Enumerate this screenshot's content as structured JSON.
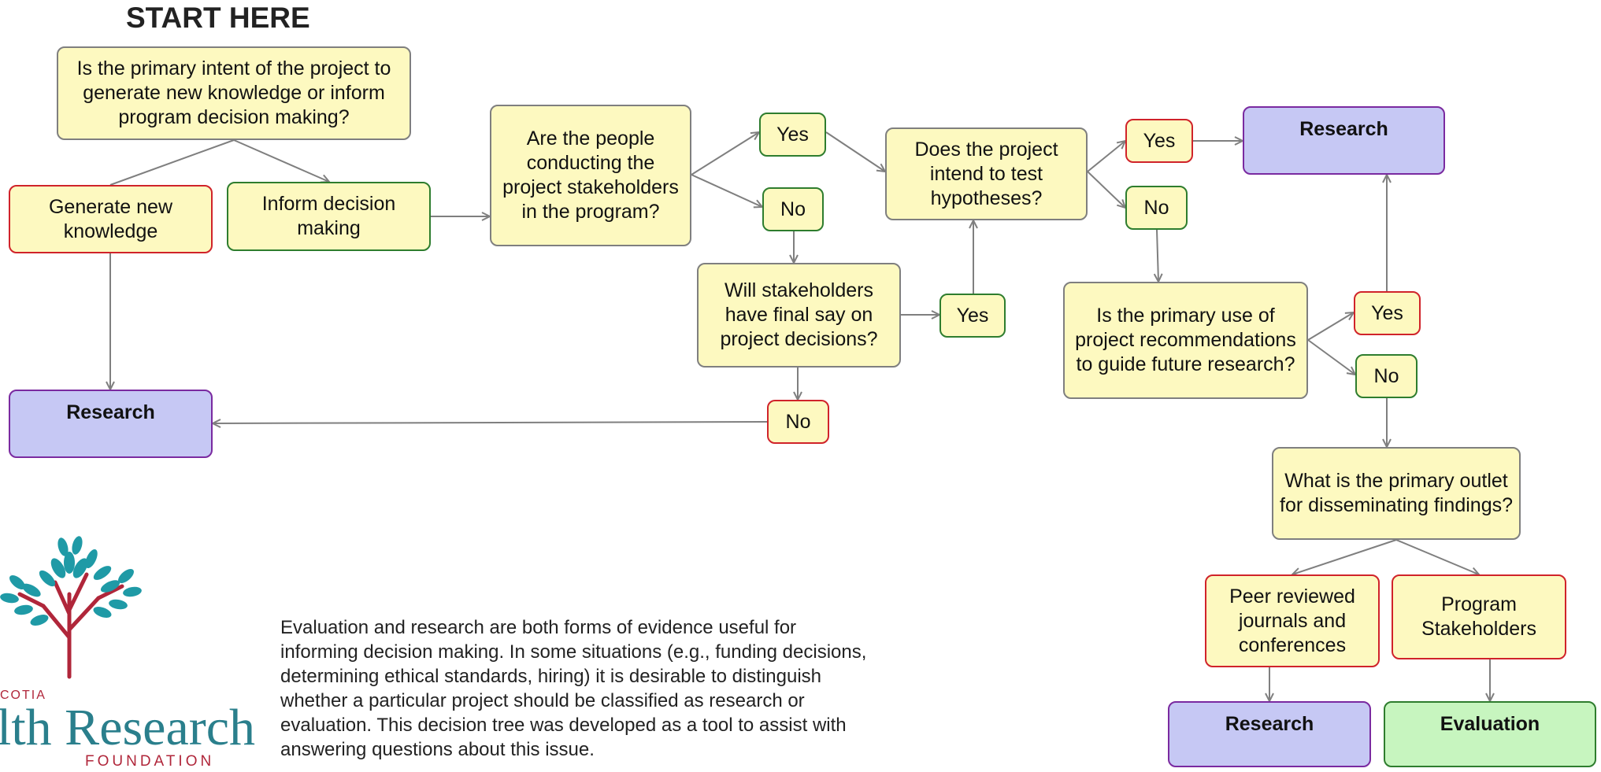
{
  "diagram": {
    "title": "START HERE",
    "nodes": {
      "q_intent": "Is the primary intent of the project to generate new knowledge or inform program decision making?",
      "generate_new_knowledge": "Generate new knowledge",
      "inform_decision_making": "Inform decision making",
      "q_stakeholders_conducting": "Are the people conducting the project stakeholders in the program?",
      "yes_1": "Yes",
      "no_1": "No",
      "q_final_say": "Will stakeholders have final say on project decisions?",
      "yes_2": "Yes",
      "no_2": "No",
      "research_left": "Research",
      "q_hypotheses": "Does the project intend to test hypotheses?",
      "yes_3": "Yes",
      "no_3": "No",
      "research_top": "Research",
      "q_recommendations": "Is the primary use of project recommendations to guide future research?",
      "yes_4": "Yes",
      "no_4": "No",
      "q_outlet": "What is the primary outlet for disseminating findings?",
      "peer_reviewed": "Peer reviewed journals and conferences",
      "program_stakeholders": "Program Stakeholders",
      "research_bottom": "Research",
      "evaluation": "Evaluation"
    },
    "caption": "Evaluation and research are both forms of evidence useful for informing decision making. In some situations (e.g., funding decisions, determining ethical standards, hiring) it is desirable to distinguish whether a particular project should be classified as research or evaluation. This decision tree was developed as a tool to assist with answering questions about this issue."
  },
  "logo": {
    "text_top": "COTIA",
    "text_main": "lth Research",
    "text_bottom": "FOUNDATION",
    "icon": "tree-icon",
    "colors": {
      "leaves": "#1f9aa6",
      "trunk": "#b0263a",
      "text": "#2a7f8c",
      "small_text": "#b0263a"
    }
  },
  "colors": {
    "question_fill": "#fdf9c0",
    "research_fill": "#c6c8f4",
    "evaluation_fill": "#c7f5bf",
    "red_border": "#d0232a",
    "green_border": "#2e7d2e",
    "arrow": "#7f7f7f"
  }
}
